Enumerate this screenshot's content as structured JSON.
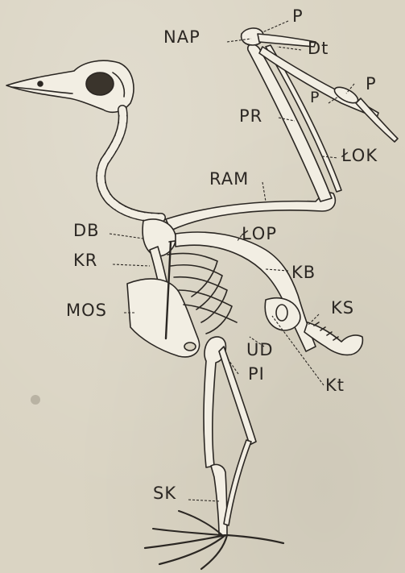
{
  "labels": {
    "nap": "NAP",
    "p_top": "P",
    "dt": "Dt",
    "p_right": "P",
    "p_small": "P",
    "pr": "PR",
    "lok": "ŁOK",
    "ram": "RAM",
    "db": "DB",
    "lop": "ŁOP",
    "kr": "KR",
    "kb": "KB",
    "mos": "MOS",
    "ks": "KS",
    "ud": "UD",
    "pi": "PI",
    "kt": "Kt",
    "sk": "SK"
  },
  "colors": {
    "paper": "#dad4c3",
    "ink": "#2b2723",
    "bone": "#f2eee3"
  }
}
